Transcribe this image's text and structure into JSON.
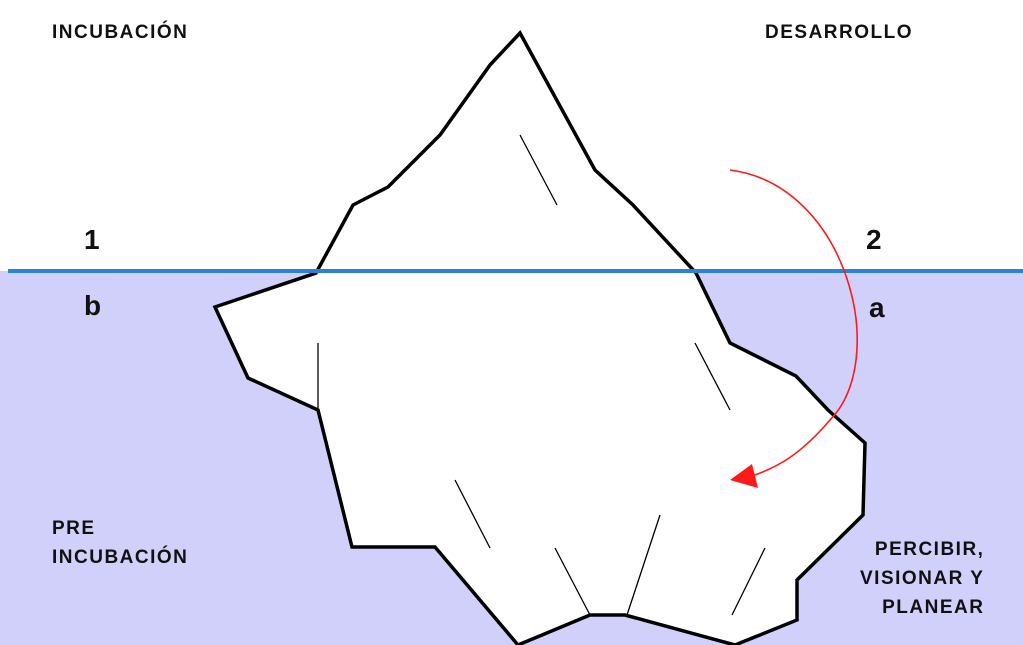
{
  "labels": {
    "incubacion": "INCUBACIÓN",
    "desarrollo": "DESARROLLO",
    "one": "1",
    "two": "2",
    "b": "b",
    "a": "a",
    "pre_incubacion": [
      "PRE",
      "INCUBACIÓN"
    ],
    "percibir": [
      "PERCIBIR,",
      "VISIONAR Y",
      "PLANEAR"
    ]
  },
  "colors": {
    "water": "#d0d0fa",
    "waterline": "#2b82d9",
    "iceberg_fill": "#ffffff",
    "iceberg_stroke": "#000000",
    "arrow": "#ff1a1a",
    "text": "#111111"
  },
  "icons": {
    "iceberg": "iceberg-icon",
    "arrow": "curved-arrow-icon"
  }
}
